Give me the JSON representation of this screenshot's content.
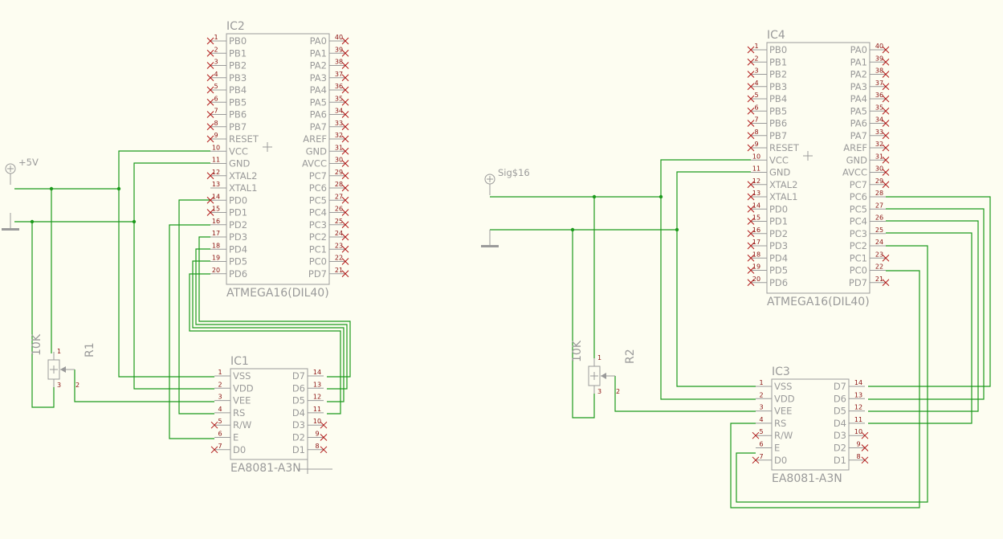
{
  "ic2": {
    "name": "IC2",
    "value": "ATMEGA16(DIL40)",
    "left": [
      "PB0",
      "PB1",
      "PB2",
      "PB3",
      "PB4",
      "PB5",
      "PB6",
      "PB7",
      "RESET",
      "VCC",
      "GND",
      "XTAL2",
      "XTAL1",
      "PD0",
      "PD1",
      "PD2",
      "PD3",
      "PD4",
      "PD5",
      "PD6"
    ],
    "left_pins": [
      "1",
      "2",
      "3",
      "4",
      "5",
      "6",
      "7",
      "8",
      "9",
      "10",
      "11",
      "12",
      "13",
      "14",
      "15",
      "16",
      "17",
      "18",
      "19",
      "20"
    ],
    "right": [
      "PA0",
      "PA1",
      "PA2",
      "PA3",
      "PA4",
      "PA5",
      "PA6",
      "PA7",
      "AREF",
      "GND",
      "AVCC",
      "PC7",
      "PC6",
      "PC5",
      "PC4",
      "PC3",
      "PC2",
      "PC1",
      "PC0",
      "PD7"
    ],
    "right_pins": [
      "40",
      "39",
      "38",
      "37",
      "36",
      "35",
      "34",
      "33",
      "32",
      "31",
      "30",
      "29",
      "28",
      "27",
      "26",
      "25",
      "24",
      "23",
      "22",
      "21"
    ]
  },
  "ic4": {
    "name": "IC4",
    "value": "ATMEGA16(DIL40)"
  },
  "ic1": {
    "name": "IC1",
    "value": "EA8081-A3N",
    "left": [
      "VSS",
      "VDD",
      "VEE",
      "RS",
      "R/W",
      "E",
      "D0"
    ],
    "left_pins": [
      "1",
      "2",
      "3",
      "4",
      "5",
      "6",
      "7"
    ],
    "right": [
      "D7",
      "D6",
      "D5",
      "D4",
      "D3",
      "D2",
      "D1"
    ],
    "right_pins": [
      "14",
      "13",
      "12",
      "11",
      "10",
      "9",
      "8"
    ]
  },
  "ic3": {
    "name": "IC3",
    "value": "EA8081-A3N"
  },
  "r1": {
    "name": "R1",
    "value": "10K",
    "p1": "1",
    "p2": "2",
    "p3": "3"
  },
  "r2": {
    "name": "R2",
    "value": "10K",
    "p1": "1",
    "p2": "2",
    "p3": "3"
  },
  "supply_left": {
    "label": "+5V"
  },
  "supply_right": {
    "label": "Sig$16"
  }
}
